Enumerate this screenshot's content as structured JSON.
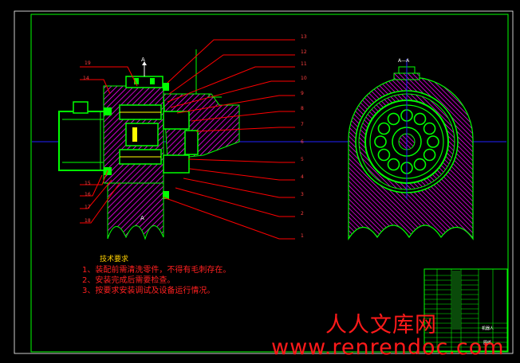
{
  "drawing": {
    "section_label": "A",
    "section_view_title": "A—A",
    "callouts": [
      "19",
      "14",
      "13",
      "12",
      "11",
      "10",
      "9",
      "8",
      "7",
      "6",
      "5",
      "4",
      "3",
      "2",
      "1",
      "15",
      "16",
      "17",
      "18"
    ]
  },
  "tech_notes": {
    "title": "技术要求",
    "items": [
      "1、装配前需清洗零件，不得有毛刺存在。",
      "2、安装完成后需要检查。",
      "3、按要求安装调试及设备运行情况。"
    ]
  },
  "title_block": {
    "cells": [
      "机器人",
      "图纸"
    ]
  },
  "watermark": {
    "chinese": "人人文库网",
    "url": "www.renrendoc.com"
  },
  "colors": {
    "frame": "#00ff00",
    "leader": "#ff0000",
    "hatch": "#ff00ff",
    "centerline": "#0000ff"
  }
}
